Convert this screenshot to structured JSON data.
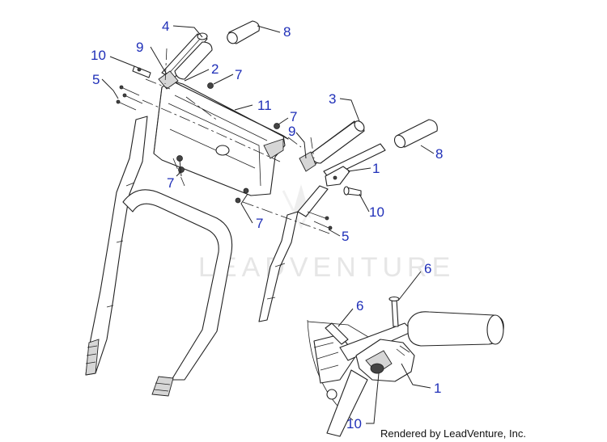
{
  "watermark": "LEADVENTURE",
  "footer": "Rendered by LeadVenture, Inc.",
  "callouts": {
    "c4": "4",
    "c8a": "8",
    "c10a": "10",
    "c9a": "9",
    "c2": "2",
    "c7a": "7",
    "c5a": "5",
    "c11": "11",
    "c3": "3",
    "c7b": "7",
    "c9b": "9",
    "c8b": "8",
    "c1a": "1",
    "c7c": "7",
    "c10b": "10",
    "c7d": "7",
    "c5b": "5",
    "c6a": "6",
    "c6b": "6",
    "c1b": "1",
    "c10c": "10"
  },
  "colors": {
    "callout": "#1f2fb8",
    "line": "#222222",
    "watermark": "#e6e6e6"
  }
}
